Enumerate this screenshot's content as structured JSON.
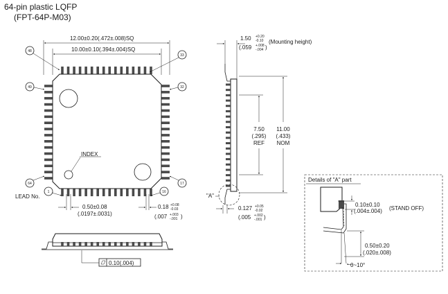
{
  "title": {
    "line1": "64-pin plastic LQFP",
    "line2": "(FPT-64P-M03)"
  },
  "top_view": {
    "dim_outer": "12.00±0.20(.472±.008)SQ",
    "dim_inner": "10.00±0.10(.394±.004)SQ",
    "pin_labels": {
      "p48": "48",
      "p33": "33",
      "p49": "49",
      "p32": "32",
      "p64": "64",
      "p17": "17",
      "p1": "1",
      "p16": "16"
    },
    "index_label": "INDEX",
    "lead_no_label": "LEAD No.",
    "pitch_main": "0.50±0.08",
    "pitch_inch": "(.0197±.0031)",
    "lead_width_main": "0.18",
    "lead_width_tol_plus": "+0.08",
    "lead_width_tol_minus": "-0.03",
    "lead_width_inch": "(.007",
    "lead_width_inch_plus": "+.003",
    "lead_width_inch_minus": "-.001",
    "lead_width_inch_close": ")"
  },
  "side_view": {
    "height_main": "1.50",
    "height_tol_plus": "+0.20",
    "height_tol_minus": "-0.10",
    "height_inch": "(.059",
    "height_inch_plus": "+.008",
    "height_inch_minus": "-.004",
    "height_inch_close": ")",
    "height_note": "(Mounting height)",
    "ref_main": "7.50",
    "ref_inch": "(.295)",
    "ref_label": "REF",
    "nom_main": "11.00",
    "nom_inch": "(.433)",
    "nom_label": "NOM",
    "detail_marker": "\"A\"",
    "thick_main": "0.127",
    "thick_tol_plus": "+0.05",
    "thick_tol_minus": "-0.02",
    "thick_inch": "(.005",
    "thick_inch_plus": "+.002",
    "thick_inch_minus": "-.001",
    "thick_inch_close": ")"
  },
  "bottom_view": {
    "coplanarity_value": "0.10(.004)"
  },
  "detail": {
    "title": "Details of \"A\" part",
    "standoff_main": "0.10±0.10",
    "standoff_inch": "(.004±.004)",
    "standoff_label": "(STAND OFF)",
    "foot_main": "0.50±0.20",
    "foot_inch": "(.020±.008)",
    "angle": "0~10°"
  }
}
